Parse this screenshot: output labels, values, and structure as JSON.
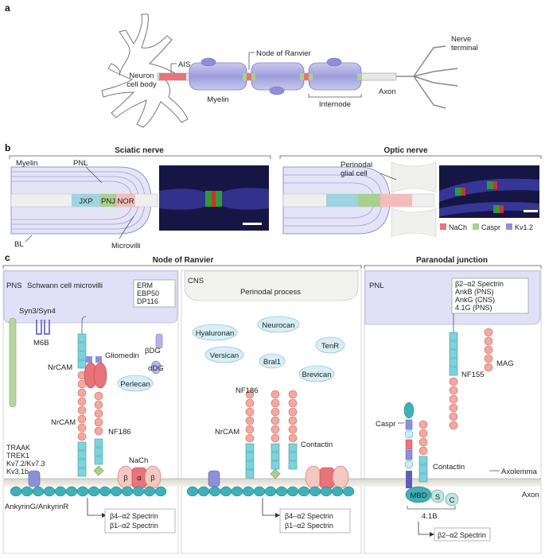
{
  "panels": {
    "a": "a",
    "b": "b",
    "c": "c"
  },
  "a": {
    "neuron_cell_body": [
      "Neuron",
      "cell body"
    ],
    "ais": "AIS",
    "node_of_ranvier": "Node of Ranvier",
    "myelin": "Myelin",
    "internode": "Internode",
    "axon": "Axon",
    "nerve_terminal": [
      "Nerve",
      "terminal"
    ]
  },
  "b": {
    "sciatic_title": "Sciatic nerve",
    "optic_title": "Optic nerve",
    "myelin": "Myelin",
    "pnl": "PNL",
    "jxp": "JXP",
    "pnj": "PNJ",
    "nor": "NOR",
    "bl": "BL",
    "microvilli": "Microvilli",
    "perinodal_glial_cell": [
      "Perinodal",
      "glial cell"
    ],
    "legend": [
      {
        "label": "NaCh",
        "color": "#e8737a"
      },
      {
        "label": "Caspr",
        "color": "#a9d08e"
      },
      {
        "label": "Kv1.2",
        "color": "#8e8fd6"
      }
    ]
  },
  "c": {
    "node_title": "Node of Ranvier",
    "paranodal_title": "Paranodal junction",
    "pns": "PNS",
    "schwann": "Schwann cell microvilli",
    "cns": "CNS",
    "perinodal_process": "Perinodal process",
    "pnl": "PNL",
    "erm_box": [
      "ERM",
      "EBP50",
      "DP116"
    ],
    "spectrin_box": [
      "β2–α2 Spectrin",
      "AnkB (PNS)",
      "AnkG (CNS)",
      "4.1G (PNS)"
    ],
    "syn": "Syn3/Syn4",
    "m6b": "M6B",
    "nrcam": "NrCAM",
    "gliomedin": "Gliomedin",
    "bdg": "βDG",
    "adg": "αDG",
    "perlecan": "Perlecan",
    "hyaluronan": "Hyaluronan",
    "neurocan": "Neurocan",
    "tenr": "TenR",
    "versican": "Versican",
    "bral1": "Bral1",
    "brevican": "Brevican",
    "nf186": "NF186",
    "nf155": "NF155",
    "mag": "MAG",
    "contactin": "Contactin",
    "caspr": "Caspr",
    "channels": [
      "TRAAK",
      "TREK1",
      "Kv7.2/Kv7.3",
      "Kv3.1b"
    ],
    "nach": "NaCh",
    "beta": "β",
    "alpha": "α",
    "ankyrin": "AnkyrinG/AnkyrinR",
    "spectrin_pns": [
      "β4–α2 Spectrin",
      "β1–α2 Spectrin"
    ],
    "spectrin_cns": [
      "β4–α2 Spectrin",
      "β1–α2 Spectrin"
    ],
    "mbd": "MBD",
    "s": "S",
    "c_label": "C",
    "b41": "4.1B",
    "spectrin_pj": "β2–α2 Spectrin",
    "axolemma": "Axolemma",
    "axon": "Axon"
  }
}
